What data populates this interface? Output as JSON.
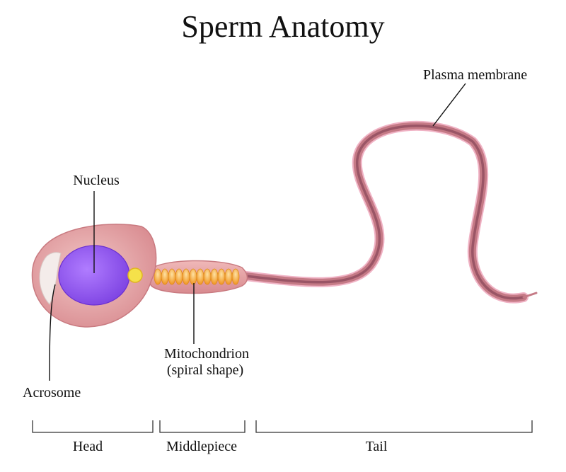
{
  "title": "Sperm Anatomy",
  "labels": {
    "nucleus": "Nucleus",
    "acrosome": "Acrosome",
    "mitochondrion_line1": "Mitochondrion",
    "mitochondrion_line2": "(spiral shape)",
    "plasma_membrane": "Plasma membrane"
  },
  "regions": {
    "head": "Head",
    "middlepiece": "Middlepiece",
    "tail": "Tail"
  },
  "colors": {
    "cell_body": "#e2a0a2",
    "cell_edge": "#c97a80",
    "nucleus": "#9a5cf0",
    "acrosome": "#f4ecea",
    "centriole": "#f5e14a",
    "mitochondria": "#f6a93a",
    "tail_core": "#a8596c",
    "tail_sheath": "#e79bb0"
  }
}
